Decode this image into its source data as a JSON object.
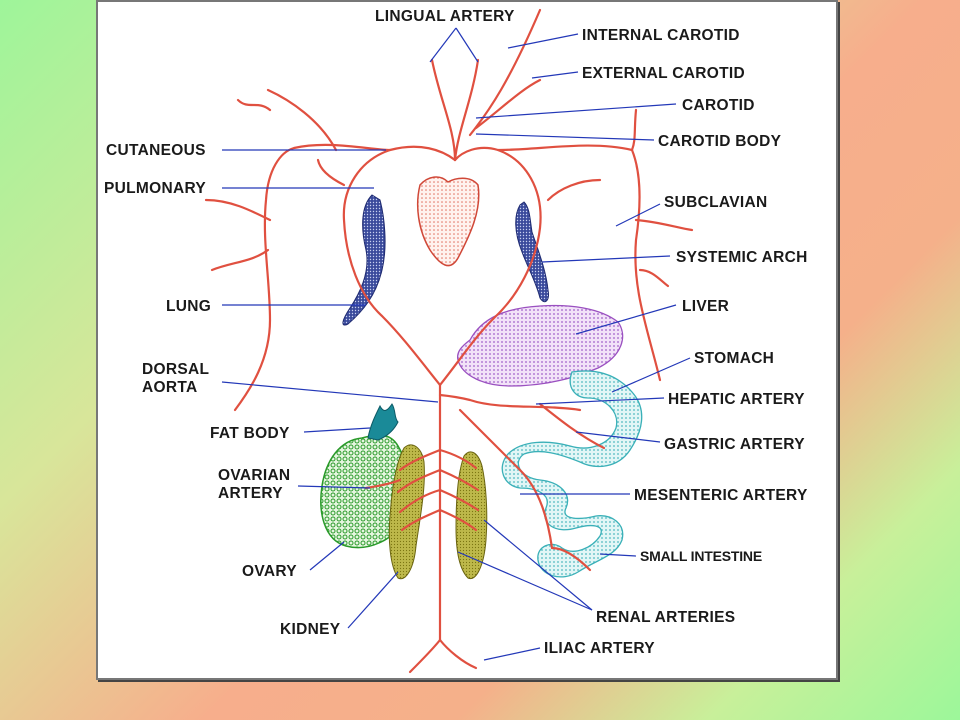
{
  "labels": {
    "lingual_artery": "LINGUAL ARTERY",
    "internal_carotid": "INTERNAL CAROTID",
    "external_carotid": "EXTERNAL CAROTID",
    "carotid": "CAROTID",
    "carotid_body": "CAROTID BODY",
    "cutaneous": "CUTANEOUS",
    "pulmonary": "PULMONARY",
    "subclavian": "SUBCLAVIAN",
    "systemic_arch": "SYSTEMIC ARCH",
    "lung": "LUNG",
    "liver": "LIVER",
    "dorsal": "DORSAL",
    "aorta": "AORTA",
    "stomach": "STOMACH",
    "hepatic_artery": "HEPATIC ARTERY",
    "fat_body": "FAT BODY",
    "gastric_artery": "GASTRIC ARTERY",
    "ovarian": "OVARIAN",
    "artery": "ARTERY",
    "mesenteric_artery": "MESENTERIC ARTERY",
    "small_intestine": "SMALL INTESTINE",
    "ovary": "OVARY",
    "renal_arteries": "RENAL ARTERIES",
    "kidney": "KIDNEY",
    "iliac_artery": "ILIAC ARTERY"
  },
  "colors": {
    "artery": "#e05040",
    "leader_line": "#2338b8",
    "heart": "#f08878",
    "lung": "#2a3a8c",
    "liver": "#b070d0",
    "stomach_intestine": "#60c8c8",
    "ovary": "#2a9a2a",
    "kidney": "#9a9a20",
    "fat_body": "#1a7a8a"
  }
}
